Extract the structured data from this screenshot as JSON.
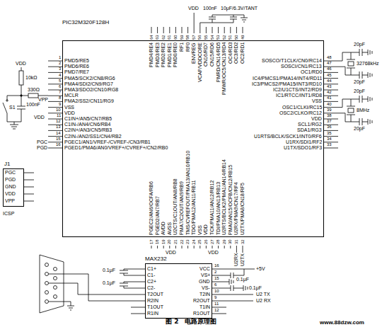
{
  "diagram": {
    "caption": "图 2　电路原理图",
    "nodes": [
      {
        "text": [
          "PIC32M320F128H",
          "PMD4/RE4",
          "PMD3/RE3",
          "PMD2/RE2",
          "PMD1/RE1",
          "PMD0/RE0",
          "RF1",
          "RF0",
          "ENVREG",
          "VCAP/VDDCORE",
          "CN16/RD7",
          "CN15/RD6",
          "PMRD/CN14/RD5",
          "PMWR/OC5/CN13/RD4",
          "OC4/RD3",
          "OC3/RD2",
          "OC2/RD1",
          "PMD5/RE5",
          "PMD6/RE6",
          "PMD7/RE7",
          "PMA5/SCK2/CN8/RG6",
          "PMA4/SDI2/CN9/RG7",
          "PMA3/SDO2/CN10/RG8",
          "MCLR",
          "PMA2/SS2/CN11/RG9",
          "VSS",
          "VDD",
          "C1IN+/AN5/CN7/RB5",
          "C1IN-/AN4/CN6/RB4",
          "C2IN+/AN3/CN5/RB3",
          "C2IN-/AN2/SS1/CN4/RB2",
          "PGEC1/AN1/VREF-/CVREF-/CN3/RB1",
          "PGED1/PMA6/AN0/VREF+/CVREF+/CN2/RB0",
          "SOSCO/T1CLK/CN0/RC14",
          "SOSCI/CN1/RC13",
          "OC1/RD0",
          "IC4/PMCS1/PMA14/INT4/RD11",
          "IC3/PMCS2/PMA15/INT3/RD10",
          "IC2/U1CTS/INT2/RD9",
          "IC1/RTCC/INT1/RD8",
          "VSS",
          "OSC1/CLKI/RC15",
          "OSC2/CLKO/RC12",
          "VDD",
          "SCL1/RG2",
          "SDA1/RG3",
          "U1RTS/BCLK/SCK1/INT0/RF6",
          "U1RX/SDI1/RF2",
          "U1TX/SDO1/RF3",
          "PGEC2/AN6/OCFA/RB6",
          "PGED2/AN7/RB7",
          "AVDD",
          "AVSS",
          "U2CTS/C1OUT/AN8/RB8",
          "PMA7/C2OUT/AN9/RB9",
          "TMS/CVREFOUT/PMA13/AN10/RB10",
          "TDO/PMA12/AN11/RB11",
          "VSS",
          "VDD",
          "TCK/PMA11/AN12/RB12",
          "TDI/PMA10/AN13/RB13",
          "U2RTS/BCLK2/PMA1/AN14/RB14",
          "PMA0/AN15/OCFB/CN12/RB15",
          "U2RX/PMA9/CN17/RF4",
          "U2TX/PMA8/CN18/RF5"
        ]
      },
      {
        "text": [
          "J1",
          "PGC",
          "PGD",
          "GND",
          "VDD",
          "VPP"
        ]
      },
      {
        "text": [
          "MAX232",
          "C1+",
          "C1-",
          "C2+",
          "C2-",
          "T2OUT",
          "R2IN",
          "T1OUT",
          "R1IN",
          "VCC",
          "VS+",
          "GND",
          "VS-",
          "T2IN",
          "R2OUT",
          "T1IN",
          "R1OUT"
        ]
      }
    ],
    "labels": [
      "64",
      "63",
      "62",
      "61",
      "60",
      "59",
      "58",
      "57",
      "56",
      "55",
      "54",
      "53",
      "52",
      "51",
      "50",
      "49",
      "1",
      "2",
      "3",
      "4",
      "5",
      "6",
      "7",
      "8",
      "9",
      "10",
      "11",
      "12",
      "13",
      "14",
      "15",
      "16",
      "48",
      "47",
      "46",
      "45",
      "44",
      "43",
      "42",
      "41",
      "40",
      "39",
      "38",
      "37",
      "36",
      "35",
      "34",
      "33",
      "17",
      "18",
      "19",
      "20",
      "21",
      "22",
      "23",
      "24",
      "25",
      "26",
      "27",
      "28",
      "29",
      "30",
      "31",
      "32",
      "16",
      "2",
      "15",
      "6",
      "10",
      "9",
      "11",
      "12",
      "VDD",
      "100nF",
      "10μF/6.3V/TANT",
      "VDD",
      "10kΩ",
      "330Ω",
      "VPP",
      "S1",
      "100nF",
      "VDD",
      "PGC",
      "PGD",
      "ICSP",
      "20pF",
      "32768kHz",
      "20pF",
      "20pF",
      "8MHz",
      "20pF",
      "VDD",
      "VDD",
      "U2RX",
      "U2TX",
      "0.1μF",
      "0.1μF",
      "0.1μF",
      "0.1μF",
      "+5V",
      "U2 TX",
      "U2 RX",
      "www.88dzw.com"
    ]
  }
}
